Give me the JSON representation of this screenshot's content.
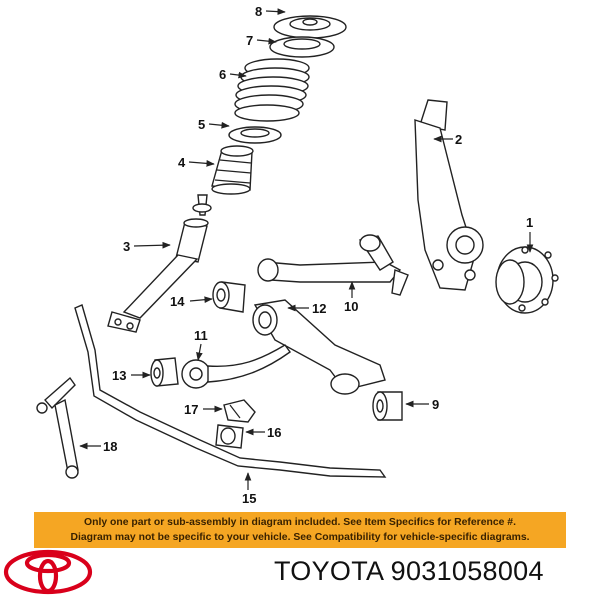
{
  "callouts": [
    "1",
    "2",
    "3",
    "4",
    "5",
    "6",
    "7",
    "8",
    "9",
    "10",
    "11",
    "12",
    "13",
    "14",
    "15",
    "16",
    "17",
    "18"
  ],
  "notice": {
    "line1": "Only one part or sub-assembly in diagram included. See Item Specifics for Reference #.",
    "line2": "Diagram may not be specific to your vehicle. See Compatibility for vehicle-specific diagrams.",
    "background_color": "#f5a623"
  },
  "footer": {
    "brand": "TOYOTA",
    "part_number": "9031058004"
  },
  "logo": {
    "color": "#d9001b"
  }
}
